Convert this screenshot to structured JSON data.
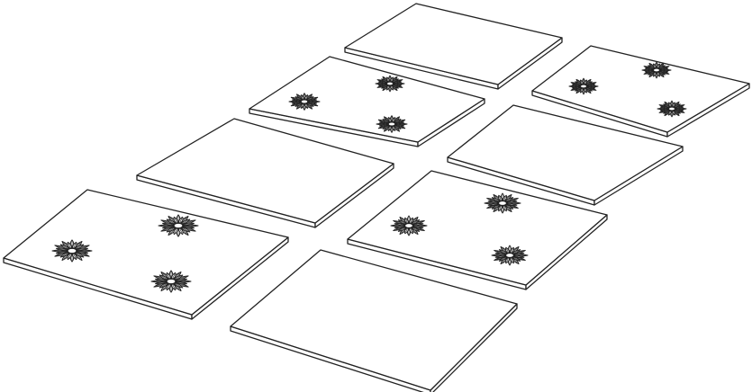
{
  "scene": {
    "background": "#ffffff",
    "stroke_color": "#222222",
    "fill_color": "#ffffff",
    "tiles": [
      {
        "id": "tile-1",
        "row": 1,
        "column": "center",
        "flowers": 0
      },
      {
        "id": "tile-2",
        "row": 2,
        "column": "center",
        "flowers": 3
      },
      {
        "id": "tile-3",
        "row": 2,
        "column": "right",
        "flowers": 3
      },
      {
        "id": "tile-4",
        "row": 3,
        "column": "left",
        "flowers": 0
      },
      {
        "id": "tile-5",
        "row": 3,
        "column": "right",
        "flowers": 0
      },
      {
        "id": "tile-6",
        "row": 4,
        "column": "left",
        "flowers": 3
      },
      {
        "id": "tile-7",
        "row": 4,
        "column": "center",
        "flowers": 3
      },
      {
        "id": "tile-8",
        "row": 5,
        "column": "center",
        "flowers": 0
      }
    ],
    "decoration_icon": "daisy-flower-icon"
  }
}
